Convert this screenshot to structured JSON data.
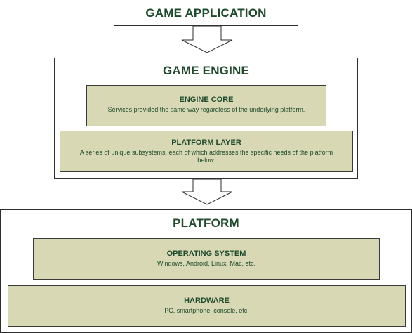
{
  "game_application": {
    "title": "GAME APPLICATION"
  },
  "game_engine": {
    "title": "GAME ENGINE",
    "engine_core": {
      "title": "ENGINE CORE",
      "description": "Services provided the same way regardless of the underlying platform."
    },
    "platform_layer": {
      "title": "PLATFORM LAYER",
      "description": "A series of unique subsystems, each of which addresses the specific needs of the platform below."
    }
  },
  "platform": {
    "title": "PLATFORM",
    "operating_system": {
      "title": "OPERATING SYSTEM",
      "description": "Windows, Android, Linux, Mac, etc."
    },
    "hardware": {
      "title": "HARDWARE",
      "description": "PC, smartphone, console, etc."
    }
  }
}
